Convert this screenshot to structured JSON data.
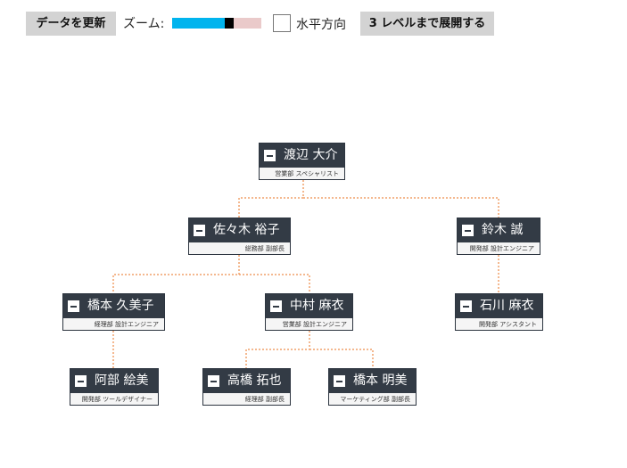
{
  "toolbar": {
    "refresh_label": "データを更新",
    "zoom_label": "ズーム:",
    "zoom_level": 0.66,
    "horizontal_label": "水平方向",
    "horizontal_checked": false,
    "expand_label": "3 レベルまで展開する"
  },
  "colors": {
    "node_header": "#333b45",
    "link": "#f0a06a",
    "slider_fill": "#00b4ee",
    "slider_rest": "#eacaca"
  },
  "nodes": [
    {
      "id": "n1",
      "name": "渡辺 大介",
      "dept": "営業部 スペシャリスト"
    },
    {
      "id": "n2",
      "name": "佐々木 裕子",
      "dept": "総務部 副部長"
    },
    {
      "id": "n3",
      "name": "鈴木 誠",
      "dept": "開発部 設計エンジニア"
    },
    {
      "id": "n4",
      "name": "橋本 久美子",
      "dept": "経理部 設計エンジニア"
    },
    {
      "id": "n5",
      "name": "中村 麻衣",
      "dept": "営業部 設計エンジニア"
    },
    {
      "id": "n6",
      "name": "石川 麻衣",
      "dept": "開発部 アシスタント"
    },
    {
      "id": "n7",
      "name": "阿部 絵美",
      "dept": "開発部 ツールデザイナー"
    },
    {
      "id": "n8",
      "name": "高橋 拓也",
      "dept": "経理部 副部長"
    },
    {
      "id": "n9",
      "name": "橋本 明美",
      "dept": "マーケティング部 副部長"
    }
  ]
}
